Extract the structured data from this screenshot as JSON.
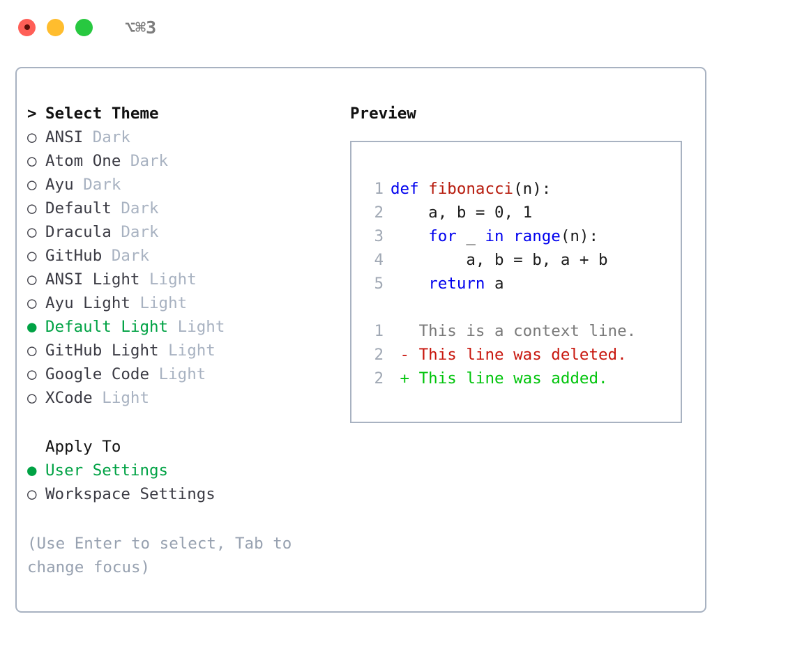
{
  "window": {
    "shortcut": "⌥⌘3",
    "traffic_lights": [
      {
        "name": "close",
        "color": "#ff5f57"
      },
      {
        "name": "minimize",
        "color": "#ffbd2e"
      },
      {
        "name": "maximize",
        "color": "#28c840"
      }
    ]
  },
  "theme_picker": {
    "header": {
      "marker": ">",
      "label": "Select Theme"
    },
    "items": [
      {
        "marker": "○",
        "name": "ANSI",
        "tag": "Dark",
        "selected": false
      },
      {
        "marker": "○",
        "name": "Atom One",
        "tag": "Dark",
        "selected": false
      },
      {
        "marker": "○",
        "name": "Ayu",
        "tag": "Dark",
        "selected": false
      },
      {
        "marker": "○",
        "name": "Default",
        "tag": "Dark",
        "selected": false
      },
      {
        "marker": "○",
        "name": "Dracula",
        "tag": "Dark",
        "selected": false
      },
      {
        "marker": "○",
        "name": "GitHub",
        "tag": "Dark",
        "selected": false
      },
      {
        "marker": "○",
        "name": "ANSI Light",
        "tag": "Light",
        "selected": false
      },
      {
        "marker": "○",
        "name": "Ayu Light",
        "tag": "Light",
        "selected": false
      },
      {
        "marker": "●",
        "name": "Default Light",
        "tag": "Light",
        "selected": true
      },
      {
        "marker": "○",
        "name": "GitHub Light",
        "tag": "Light",
        "selected": false
      },
      {
        "marker": "○",
        "name": "Google Code",
        "tag": "Light",
        "selected": false
      },
      {
        "marker": "○",
        "name": "XCode",
        "tag": "Light",
        "selected": false
      }
    ]
  },
  "apply_to": {
    "header": "Apply To",
    "items": [
      {
        "marker": "●",
        "name": "User Settings",
        "selected": true
      },
      {
        "marker": "○",
        "name": "Workspace Settings",
        "selected": false
      }
    ]
  },
  "hint": "(Use Enter to select, Tab to change focus)",
  "preview": {
    "title": "Preview",
    "code_lines": [
      {
        "no": "1",
        "tokens": [
          {
            "t": "def ",
            "c": "kw"
          },
          {
            "t": "fibonacci",
            "c": "fn"
          },
          {
            "t": "(n):",
            "c": "plain"
          }
        ]
      },
      {
        "no": "2",
        "tokens": [
          {
            "t": "    a, b = 0, 1",
            "c": "plain"
          }
        ]
      },
      {
        "no": "3",
        "tokens": [
          {
            "t": "    ",
            "c": "plain"
          },
          {
            "t": "for",
            "c": "kw"
          },
          {
            "t": " _ ",
            "c": "plain"
          },
          {
            "t": "in",
            "c": "kw"
          },
          {
            "t": " ",
            "c": "plain"
          },
          {
            "t": "range",
            "c": "kw"
          },
          {
            "t": "(n):",
            "c": "plain"
          }
        ]
      },
      {
        "no": "4",
        "tokens": [
          {
            "t": "        a, b = b, a + b",
            "c": "plain"
          }
        ]
      },
      {
        "no": "5",
        "tokens": [
          {
            "t": "    ",
            "c": "plain"
          },
          {
            "t": "return",
            "c": "kw"
          },
          {
            "t": " a",
            "c": "plain"
          }
        ]
      }
    ],
    "diff_lines": [
      {
        "no": "1",
        "marker": " ",
        "text": "This is a context line.",
        "kind": "ctx"
      },
      {
        "no": "2",
        "marker": "-",
        "text": "This line was deleted.",
        "kind": "del"
      },
      {
        "no": "2",
        "marker": "+",
        "text": "This line was added.",
        "kind": "add"
      }
    ]
  },
  "colors": {
    "accent_green": "#00a244",
    "diff_add": "#00c40b",
    "diff_del": "#c8160d",
    "keyword_blue": "#0000ee",
    "function_red": "#b71c0e",
    "border": "#a8b2c1",
    "muted": "#a8b2c1"
  }
}
